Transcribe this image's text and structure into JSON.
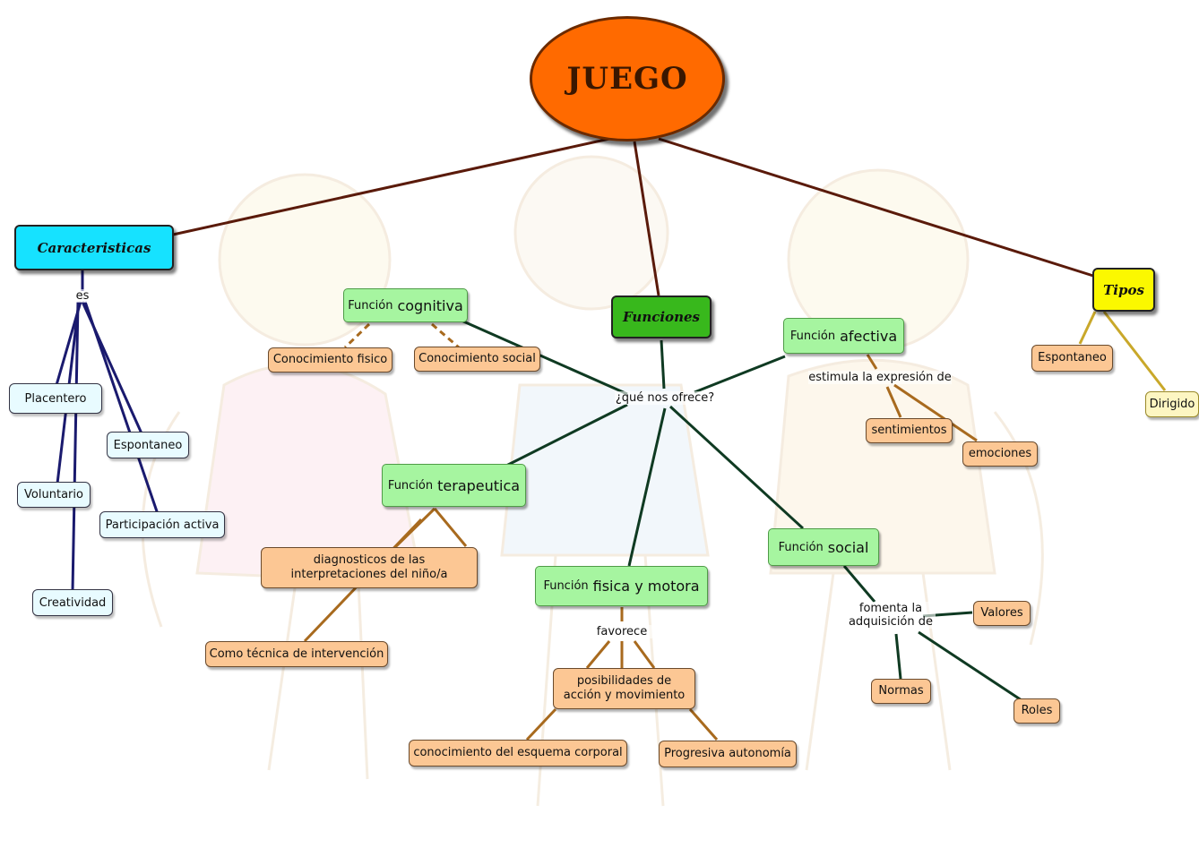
{
  "root": {
    "title": "JUEGO"
  },
  "caracteristicas": {
    "label": "Caracteristicas",
    "link": "es",
    "items": [
      "Placentero",
      "Espontaneo",
      "Voluntario",
      "Participación activa",
      "Creatividad"
    ]
  },
  "funciones": {
    "label": "Funciones",
    "link": "¿qué nos ofrece?",
    "cognitiva": {
      "prefix": "Función",
      "name": "cognitiva",
      "items": [
        "Conocimiento fisico",
        "Conocimiento social"
      ]
    },
    "afectiva": {
      "prefix": "Función",
      "name": "afectiva",
      "link": "estimula la expresión de",
      "items": [
        "sentimientos",
        "emociones"
      ]
    },
    "terapeutica": {
      "prefix": "Función",
      "name": "terapeutica",
      "items": [
        "diagnosticos de las interpretaciones del niño/a",
        "Como técnica de intervención"
      ]
    },
    "fisica": {
      "prefix": "Función",
      "name": "fisica y motora",
      "link": "favorece",
      "items": [
        "posibilidades de acción y movimiento",
        "conocimiento del esquema corporal",
        "Progresiva autonomía"
      ]
    },
    "social": {
      "prefix": "Función",
      "name": "social",
      "link": "fomenta la adquisición de",
      "items": [
        "Valores",
        "Normas",
        "Roles"
      ]
    }
  },
  "tipos": {
    "label": "Tipos",
    "items": [
      "Espontaneo",
      "Dirigido"
    ]
  },
  "colors": {
    "root": "#ff6a00",
    "caracteristicas": "#16e2ff",
    "funciones": "#38b81c",
    "funcion_box": "#a6f5a0",
    "tipos": "#fbf800",
    "leaf": "#fcc794",
    "car_leaf": "#e8fbff",
    "root_link": "#5a1a0a",
    "func_link": "#0f3a22",
    "leaf_link": "#a86a1e",
    "car_link": "#1a1a6e",
    "tipos_link": "#c9a82a"
  }
}
